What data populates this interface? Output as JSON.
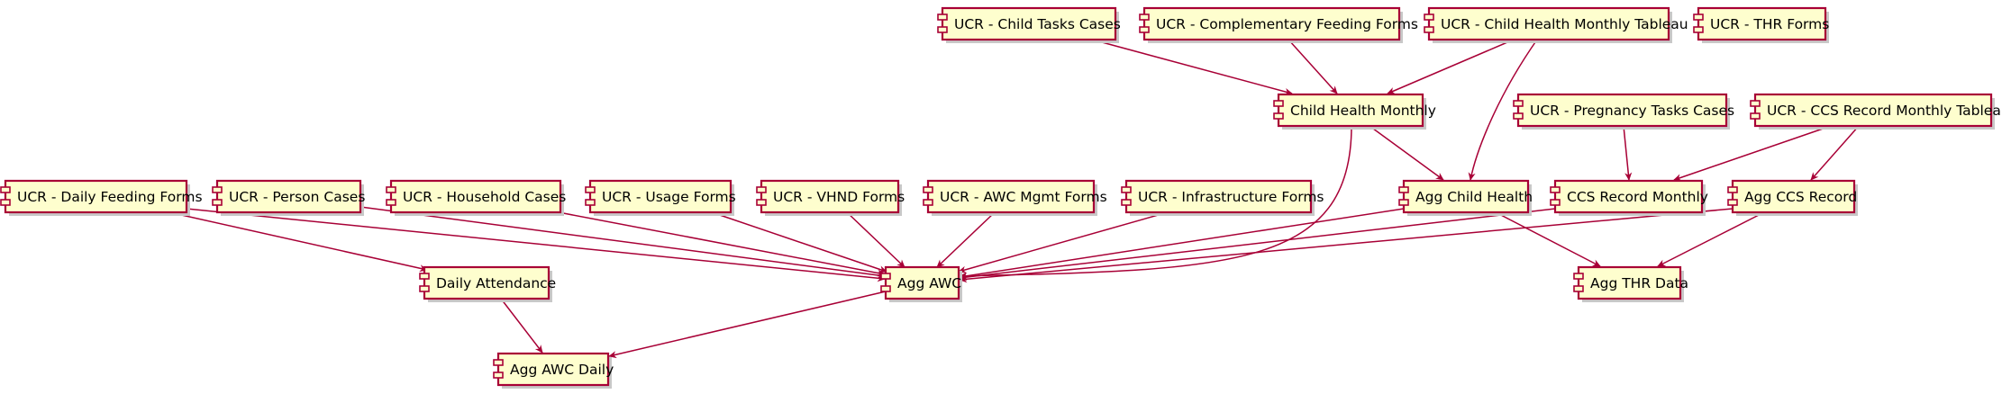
{
  "colors": {
    "node_fill": "#FEFECE",
    "node_border": "#A80036",
    "edge": "#A80036",
    "text": "#000000",
    "background": "#FFFFFF"
  },
  "nodes": [
    {
      "id": "n_child_tasks",
      "label": "UCR - Child Tasks Cases"
    },
    {
      "id": "n_comp_feeding",
      "label": "UCR - Complementary Feeding Forms"
    },
    {
      "id": "n_chm_tableau",
      "label": "UCR - Child Health Monthly Tableau"
    },
    {
      "id": "n_thr_forms",
      "label": "UCR - THR Forms"
    },
    {
      "id": "n_child_health_monthly",
      "label": "Child Health Monthly"
    },
    {
      "id": "n_preg_tasks",
      "label": "UCR - Pregnancy Tasks Cases"
    },
    {
      "id": "n_ccs_tableau",
      "label": "UCR - CCS Record Monthly Tableau"
    },
    {
      "id": "n_daily_feeding",
      "label": "UCR - Daily Feeding Forms"
    },
    {
      "id": "n_person_cases",
      "label": "UCR - Person Cases"
    },
    {
      "id": "n_household",
      "label": "UCR - Household Cases"
    },
    {
      "id": "n_usage",
      "label": "UCR - Usage Forms"
    },
    {
      "id": "n_vhnd",
      "label": "UCR - VHND Forms"
    },
    {
      "id": "n_awc_mgmt",
      "label": "UCR - AWC Mgmt Forms"
    },
    {
      "id": "n_infra",
      "label": "UCR - Infrastructure Forms"
    },
    {
      "id": "n_agg_child_health",
      "label": "Agg Child Health"
    },
    {
      "id": "n_ccs_monthly",
      "label": "CCS Record Monthly"
    },
    {
      "id": "n_agg_ccs",
      "label": "Agg CCS Record"
    },
    {
      "id": "n_daily_attendance",
      "label": "Daily Attendance"
    },
    {
      "id": "n_agg_awc",
      "label": "Agg AWC"
    },
    {
      "id": "n_agg_thr",
      "label": "Agg THR Data"
    },
    {
      "id": "n_agg_awc_daily",
      "label": "Agg AWC Daily"
    }
  ],
  "edges": [
    {
      "from": "n_child_tasks",
      "to": "n_child_health_monthly"
    },
    {
      "from": "n_comp_feeding",
      "to": "n_child_health_monthly"
    },
    {
      "from": "n_chm_tableau",
      "to": "n_child_health_monthly"
    },
    {
      "from": "n_chm_tableau",
      "to": "n_agg_child_health"
    },
    {
      "from": "n_child_health_monthly",
      "to": "n_agg_child_health"
    },
    {
      "from": "n_child_health_monthly",
      "to": "n_agg_awc"
    },
    {
      "from": "n_preg_tasks",
      "to": "n_ccs_monthly"
    },
    {
      "from": "n_ccs_tableau",
      "to": "n_ccs_monthly"
    },
    {
      "from": "n_ccs_tableau",
      "to": "n_agg_ccs"
    },
    {
      "from": "n_daily_feeding",
      "to": "n_daily_attendance"
    },
    {
      "from": "n_daily_feeding",
      "to": "n_agg_awc"
    },
    {
      "from": "n_person_cases",
      "to": "n_agg_awc"
    },
    {
      "from": "n_household",
      "to": "n_agg_awc"
    },
    {
      "from": "n_usage",
      "to": "n_agg_awc"
    },
    {
      "from": "n_vhnd",
      "to": "n_agg_awc"
    },
    {
      "from": "n_awc_mgmt",
      "to": "n_agg_awc"
    },
    {
      "from": "n_infra",
      "to": "n_agg_awc"
    },
    {
      "from": "n_agg_child_health",
      "to": "n_agg_awc"
    },
    {
      "from": "n_agg_child_health",
      "to": "n_agg_thr"
    },
    {
      "from": "n_ccs_monthly",
      "to": "n_agg_awc"
    },
    {
      "from": "n_agg_ccs",
      "to": "n_agg_awc"
    },
    {
      "from": "n_agg_ccs",
      "to": "n_agg_thr"
    },
    {
      "from": "n_daily_attendance",
      "to": "n_agg_awc_daily"
    },
    {
      "from": "n_agg_awc",
      "to": "n_agg_awc_daily"
    }
  ]
}
